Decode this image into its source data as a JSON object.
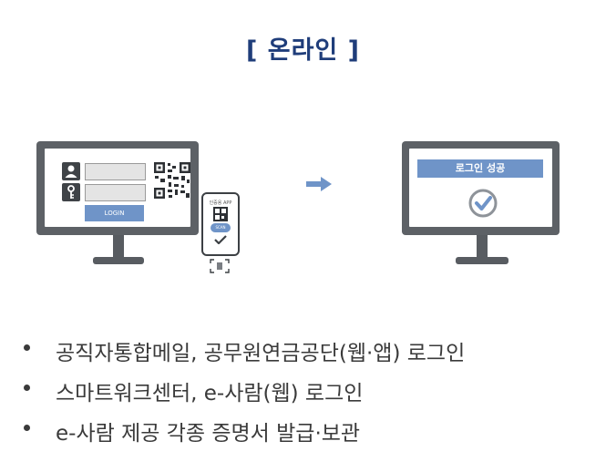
{
  "header": {
    "title": "[ 온라인 ]"
  },
  "illustration": {
    "login_button_label": "LOGIN",
    "phone_app_label": "인증용 APP",
    "phone_scan_label": "SCAN",
    "success_label": "로그인 성공",
    "accent_color": "#6f94c8",
    "monitor_color": "#5d6166"
  },
  "bullets": [
    "공직자통합메일, 공무원연금공단(웹·앱) 로그인",
    "스마트워크센터, e-사람(웹) 로그인",
    "e-사람 제공 각종 증명서 발급·보관"
  ]
}
